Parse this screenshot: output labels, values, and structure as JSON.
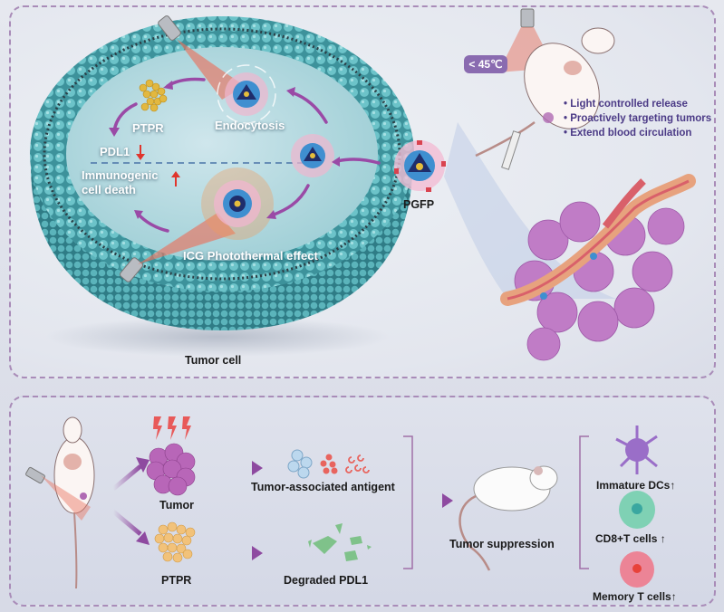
{
  "top_panel": {
    "cell_labels": {
      "ptpr": "PTPR",
      "endocytosis": "Endocytosis",
      "pdl1": "PDL1",
      "pdl1_arrow": "↓",
      "immunogenic_line1": "Immunogenic",
      "immunogenic_line2": "cell death",
      "immunogenic_arrow": "↑",
      "photothermal": "ICG Photothermal effect",
      "tumor_cell": "Tumor cell"
    },
    "nanoparticle_label": "PGFP",
    "temperature_badge": "< 45℃",
    "features": [
      "• Light controlled release",
      "• Proactively targeting tumors",
      "• Extend blood circulation"
    ]
  },
  "bottom_panel": {
    "tumor": "Tumor",
    "ptpr": "PTPR",
    "tumor_antigen": "Tumor-associated antigent",
    "degraded_pdl1": "Degraded PDL1",
    "tumor_suppression": "Tumor suppression",
    "immune_cells": [
      {
        "label": "Immature DCs↑"
      },
      {
        "label": "CD8+T cells ↑"
      },
      {
        "label": "Memory T cells↑"
      }
    ]
  },
  "colors": {
    "membrane_teal": "#5fb8bf",
    "arrow_purple": "#8e4aa0",
    "panel_border": "#a98cb8",
    "feature_text": "#4b3a86",
    "badge": "#8a6bb0",
    "tumor_pink": "#c77fc4",
    "ptpr_gold": "#e8bd5a",
    "pdl1_green": "#7fc28a",
    "laser_red": "#e8735f"
  }
}
